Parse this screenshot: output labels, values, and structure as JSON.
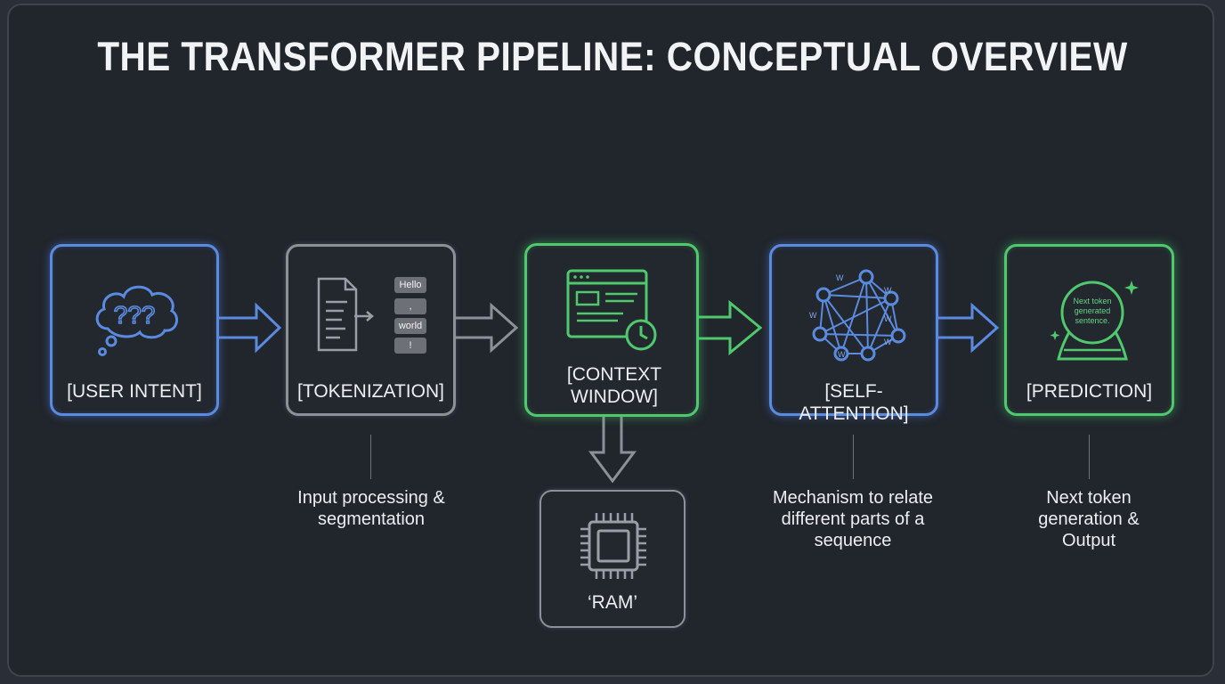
{
  "title": "THE TRANSFORMER PIPELINE: CONCEPTUAL OVERVIEW",
  "colors": {
    "blue": "#5a8be0",
    "gray": "#8c9097",
    "green": "#4fc86e",
    "background": "#21252c"
  },
  "stages": [
    {
      "label": "[USER INTENT]",
      "color": "blue",
      "icon": "thought-cloud-question-icon"
    },
    {
      "label": "[TOKENIZATION]",
      "color": "gray",
      "icon": "document-tokens-icon",
      "tokens": [
        "Hello",
        ",",
        "world",
        "!"
      ]
    },
    {
      "label": "[CONTEXT WINDOW]",
      "color": "green",
      "icon": "browser-window-clock-icon"
    },
    {
      "label": "[SELF-ATTENTION]",
      "color": "blue",
      "icon": "network-graph-icon",
      "weight_label": "W"
    },
    {
      "label": "[PREDICTION]",
      "color": "green",
      "icon": "crystal-ball-icon",
      "orb_text": "Next token generated sentence."
    }
  ],
  "ram": {
    "label": "‘RAM’",
    "color": "gray",
    "icon": "cpu-chip-icon"
  },
  "descriptions": {
    "tokenization": "Input processing & segmentation",
    "self_attention": "Mechanism to relate different parts of a sequence",
    "prediction": "Next token generation & Output"
  }
}
